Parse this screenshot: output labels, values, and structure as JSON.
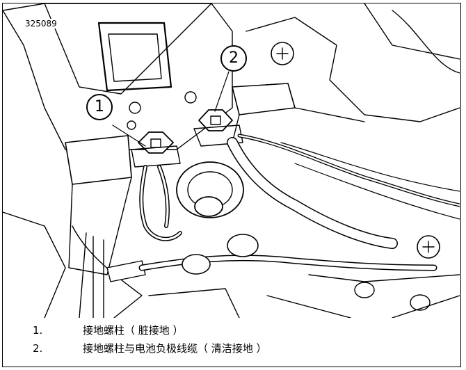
{
  "figure_id": "325089",
  "callouts": [
    {
      "label": "1"
    },
    {
      "label": "2"
    }
  ],
  "legend": [
    {
      "num": "1.",
      "text": "接地螺柱（ 脏接地 ）"
    },
    {
      "num": "2.",
      "text": "接地螺柱与电池负极线缆（ 清洁接地 ）"
    }
  ]
}
